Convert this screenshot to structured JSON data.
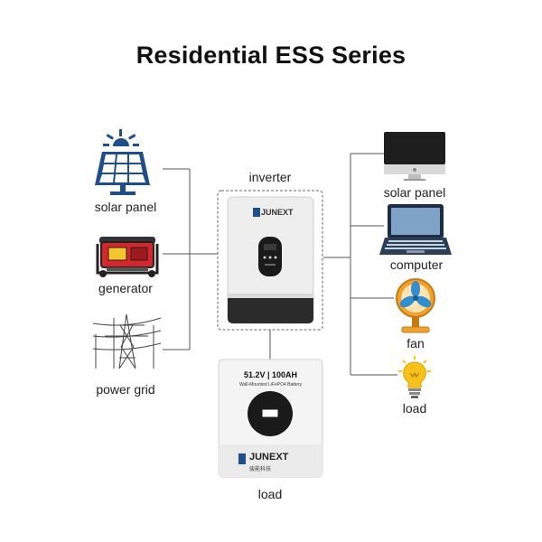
{
  "title": "Residential ESS Series",
  "left_sources": [
    {
      "label": "solar panel",
      "icon": "solar-panel-icon"
    },
    {
      "label": "generator",
      "icon": "generator-icon"
    },
    {
      "label": "power grid",
      "icon": "power-grid-tower-icon"
    }
  ],
  "center": {
    "inverter_label": "inverter",
    "inverter_brand": "JUNEXT",
    "battery_spec": "51.2V | 100AH",
    "battery_subtitle": "Wall-Mounted LiFePO4 Battery",
    "battery_brand": "JUNEXT",
    "battery_brand_sub": "骏能科技",
    "battery_label": "load"
  },
  "right_loads": [
    {
      "label": "solar panel",
      "icon": "monitor-icon"
    },
    {
      "label": "computer",
      "icon": "laptop-icon"
    },
    {
      "label": "fan",
      "icon": "fan-icon"
    },
    {
      "label": "load",
      "icon": "light-bulb-icon"
    }
  ],
  "colors": {
    "line": "#555555",
    "inverter_body": "#eeeeee",
    "inverter_base": "#2b2b2b",
    "solar_blue": "#1f4e8c",
    "generator_red": "#d6262b",
    "fan_orange": "#f2a22c",
    "fan_blade": "#2f8fd0",
    "bulb_yellow": "#f6c21a"
  }
}
